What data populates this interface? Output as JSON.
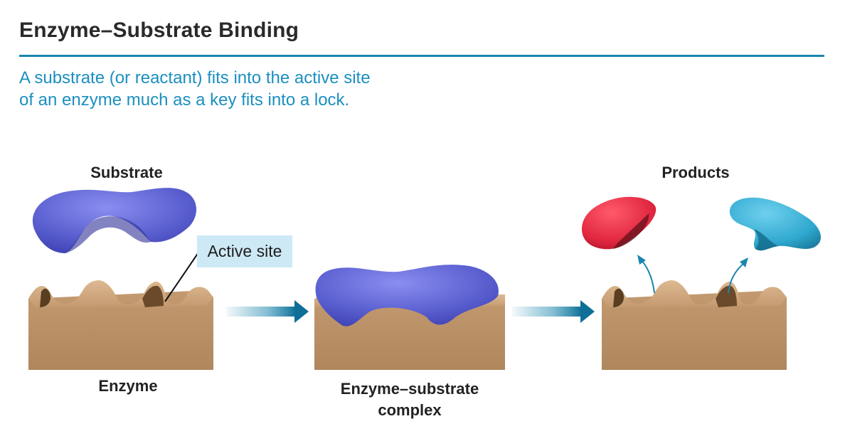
{
  "header": {
    "title": "Enzyme–Substrate Binding",
    "subtitle_line1": "A substrate (or reactant) fits into the active site",
    "subtitle_line2": "of an enzyme much as a key fits into a lock."
  },
  "labels": {
    "substrate": "Substrate",
    "products": "Products",
    "active_site": "Active site",
    "enzyme": "Enzyme",
    "complex_line1": "Enzyme–substrate",
    "complex_line2": "complex"
  },
  "colors": {
    "accent": "#1b86ad",
    "substrate": "#5a5fd0",
    "enzyme": "#c9a27a",
    "product_red": "#e0263f",
    "product_blue": "#2fa8cf"
  }
}
